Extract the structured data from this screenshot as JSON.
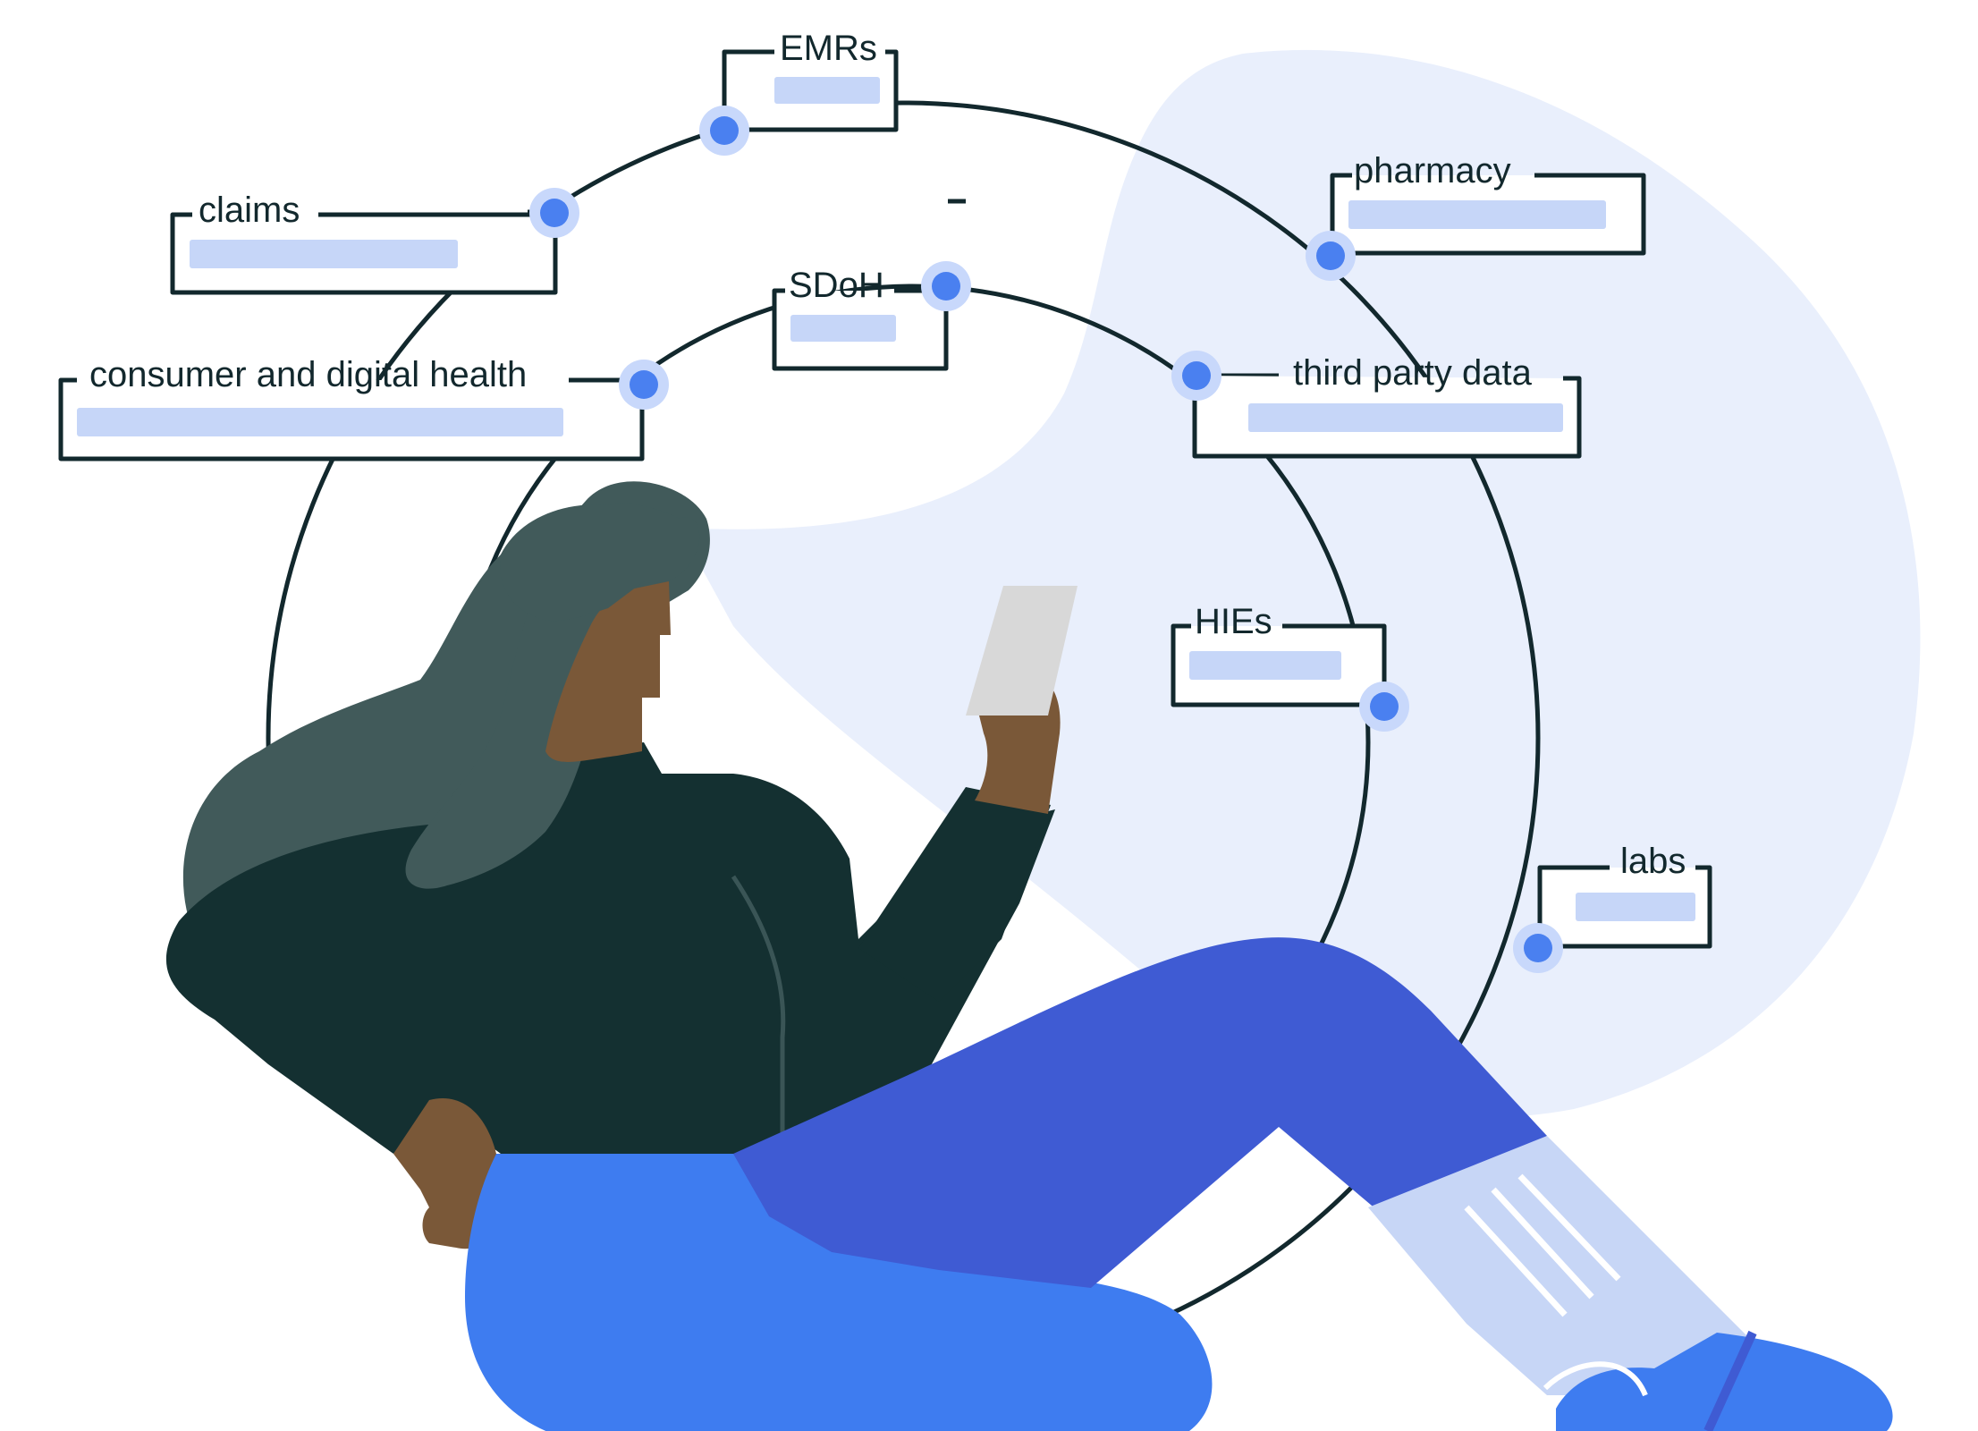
{
  "colors": {
    "background": "#ffffff",
    "blob": "#e9effc",
    "outline": "#12282d",
    "placeholder": "#c6d6f8",
    "node_fill": "#4a80f0",
    "node_halo": "#c8d8fb",
    "hair": "#415a5a",
    "skin": "#7a5838",
    "sweater": "#143031",
    "pants_light": "#3e7cf0",
    "pants_dark": "#3f5bd3",
    "sock": "#c7d6f6",
    "phone": "#d8d8d8"
  },
  "diagram": {
    "outer_ring_labels": [
      "EMRs",
      "pharmacy",
      "claims",
      "labs"
    ],
    "inner_ring_labels": [
      "SDoH",
      "third party data",
      "consumer and digital health",
      "HIEs"
    ],
    "labels": {
      "emrs": "EMRs",
      "pharmacy": "pharmacy",
      "claims": "claims",
      "sdoh": "SDoH",
      "third_party": "third party data",
      "consumer": "consumer and digital health",
      "hies": "HIEs",
      "labs": "labs"
    }
  },
  "illustration": {
    "figure_icon": "woman-reading-phone-icon"
  }
}
